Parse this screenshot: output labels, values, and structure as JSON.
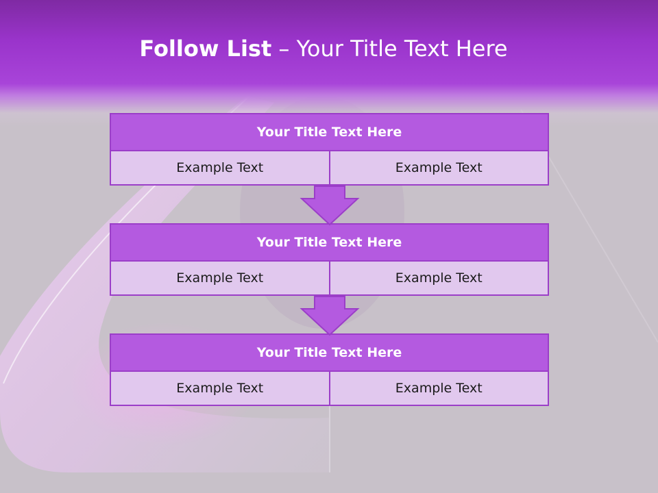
{
  "slide": {
    "title_bold": "Follow List",
    "title_rest": " – Your Title Text Here"
  },
  "blocks": [
    {
      "title": "Your Title Text Here",
      "cells": [
        "Example Text",
        "Example Text"
      ]
    },
    {
      "title": "Your Title Text Here",
      "cells": [
        "Example Text",
        "Example Text"
      ]
    },
    {
      "title": "Your Title Text Here",
      "cells": [
        "Example Text",
        "Example Text"
      ]
    }
  ],
  "colors": {
    "header_purple": "#9a34cb",
    "box_head": "#b45ae0",
    "box_cell": "#e1c8ee",
    "border": "#9b3ec8",
    "background": "#c8c1c9"
  }
}
